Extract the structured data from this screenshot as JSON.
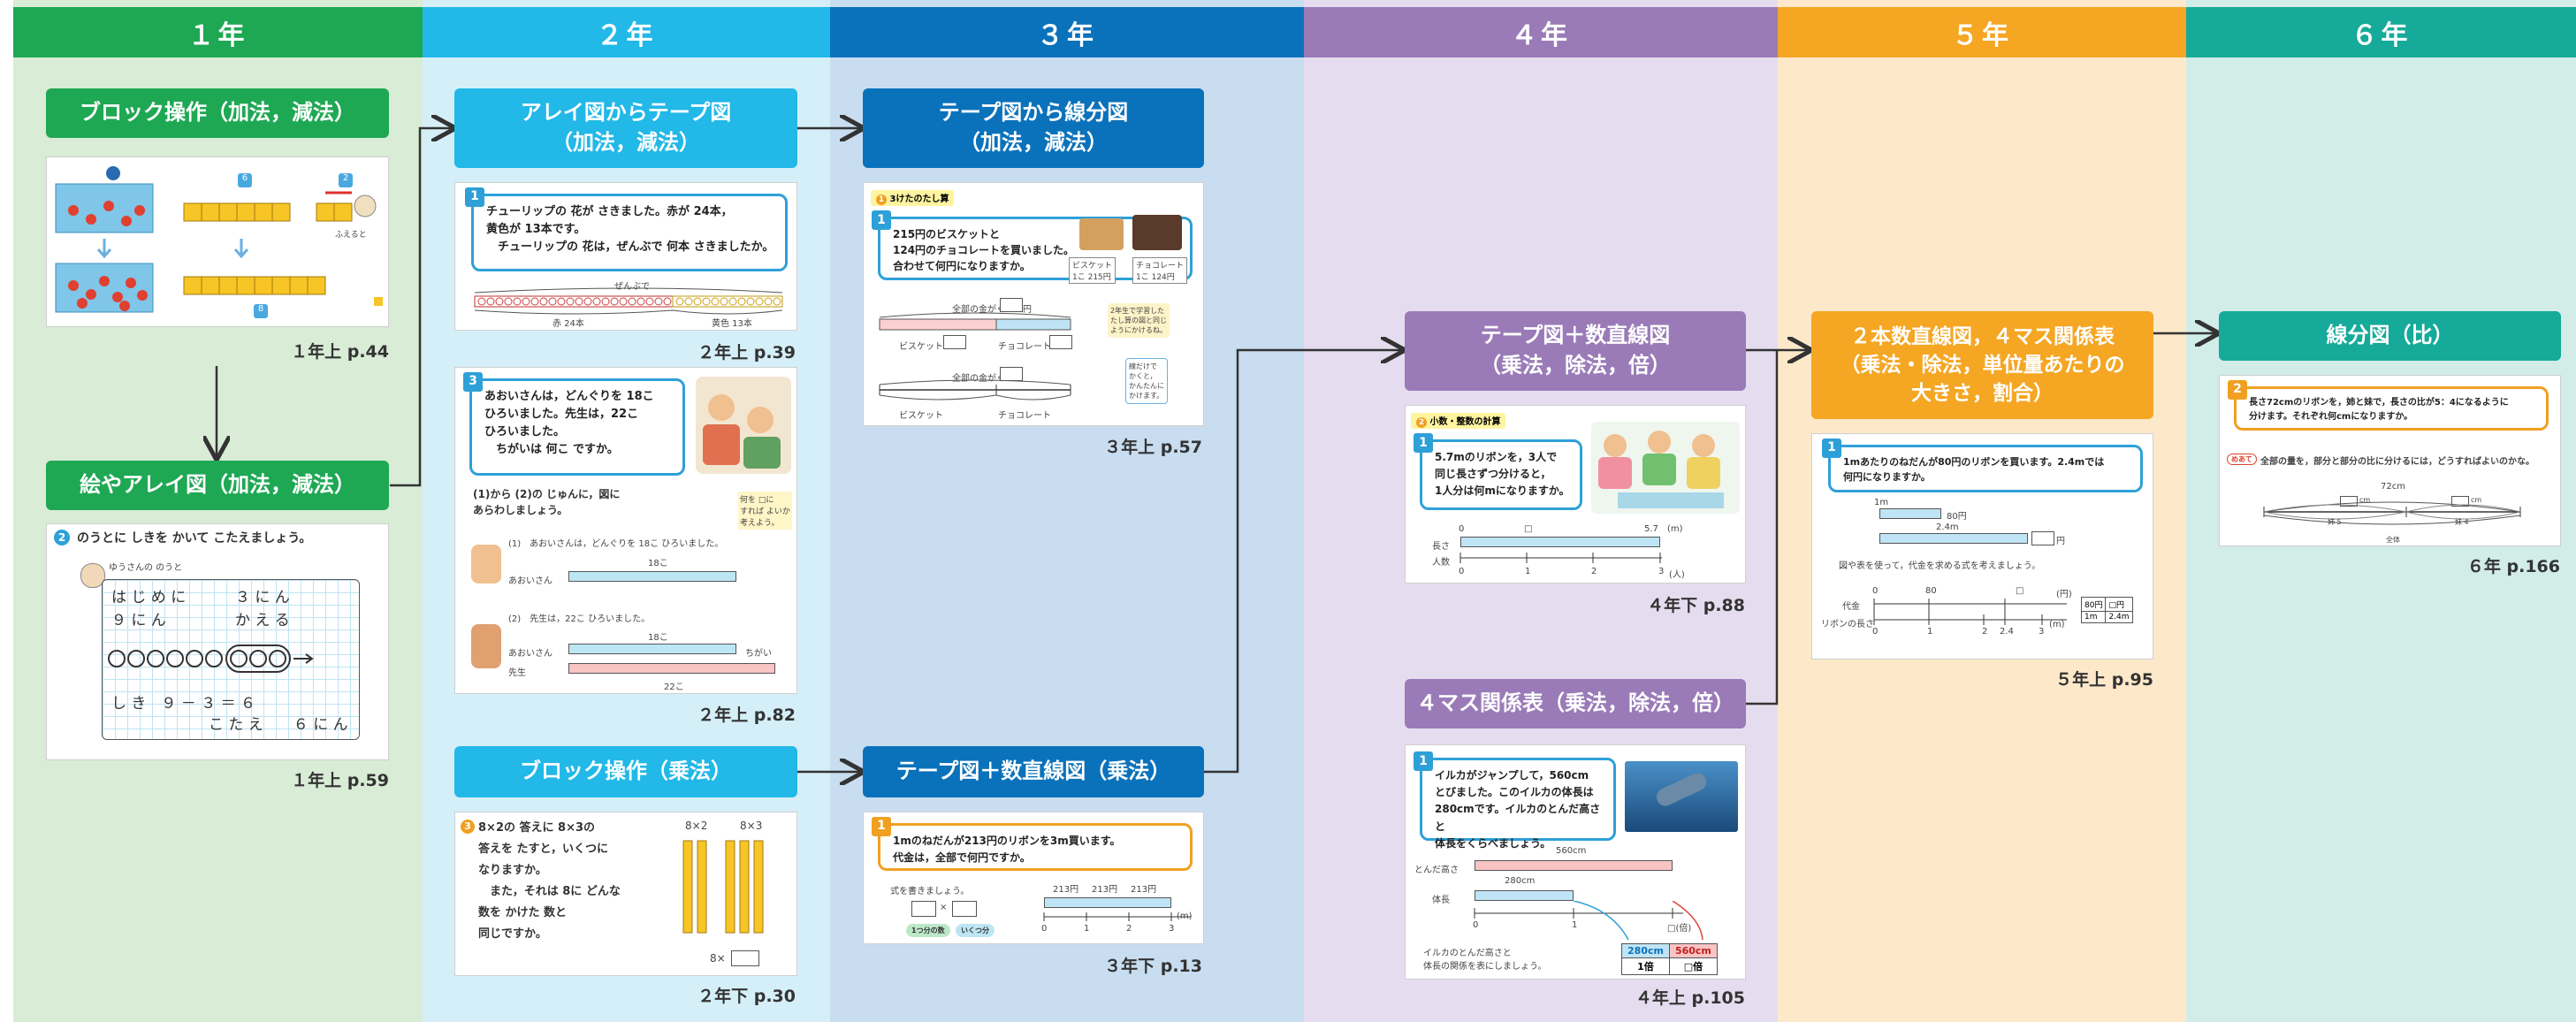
{
  "columns": [
    {
      "label": "１年",
      "bg": "#d8ecd6",
      "head": "#1fa854"
    },
    {
      "label": "２年",
      "bg": "#d5eff8",
      "head": "#22b8e8"
    },
    {
      "label": "３年",
      "bg": "#c8ddf0",
      "head": "#0a72bb"
    },
    {
      "label": "４年",
      "bg": "#e5ddef",
      "head": "#9a7bb8"
    },
    {
      "label": "５年",
      "bg": "#fde9c9",
      "head": "#f5a623"
    },
    {
      "label": "６年",
      "bg": "#d2ece8",
      "head": "#15aa99"
    }
  ],
  "boxes": {
    "g1_block": "ブロック操作（加法，減法）",
    "g1_array": "絵やアレイ図（加法，減法）",
    "g2_array_tape": "アレイ図からテープ図\n（加法，減法）",
    "g2_block_mult": "ブロック操作（乗法）",
    "g3_tape_line": "テープ図から線分図\n（加法，減法）",
    "g3_tape_number": "テープ図＋数直線図（乗法）",
    "g4_tape_number": "テープ図＋数直線図\n（乗法，除法，倍）",
    "g4_four_cell": "４マス関係表（乗法，除法，倍）",
    "g5_double_line": "２本数直線図，４マス関係表\n（乗法・除法，単位量あたりの\n大きさ，割合）",
    "g6_segment": "線分図（比）"
  },
  "refs": {
    "g1_a": "１年上 p.44",
    "g1_b": "１年上 p.59",
    "g2_a": "２年上 p.39",
    "g2_b": "２年上 p.82",
    "g2_c": "２年下 p.30",
    "g3_a": "３年上 p.57",
    "g3_b": "３年下 p.13",
    "g4_a": "４年下 p.88",
    "g4_b": "４年上 p.105",
    "g5_a": "５年上 p.95",
    "g6_a": "６年 p.166"
  },
  "cards": {
    "g1_a": {
      "left_num": "6",
      "right_num": "2",
      "bottom_num": "8",
      "caption": "ふえると"
    },
    "g1_b": {
      "prompt": "のうとに しきを かいて こたえましょう。",
      "q_num": "2",
      "note_label": "ゆうさんの のうと",
      "line1a": "は じ め に",
      "line1b": "３ に ん",
      "line2a": "９ に ん",
      "line2b": "か え る",
      "eq": "し き　９ － ３ ＝ ６",
      "ans": "こ た え　　６ に ん"
    },
    "g2_a": {
      "q_num": "1",
      "q": "チューリップの 花が さきました。赤が 24本，\n黄色が 13本です。\n　チューリップの 花は，ぜんぶで 何本 さきましたか。",
      "top_label": "ぜんぶで",
      "red_label": "赤 24本",
      "yellow_label": "黄色 13本"
    },
    "g2_b": {
      "q_num": "3",
      "q": "あおいさんは，どんぐりを 18こ\nひろいました。先生は，22こ\nひろいました。\n　ちがいは 何こ ですか。",
      "instr": "(1)から (2)の じゅんに，図に\nあらわしましょう。",
      "step1": "(1)　あおいさんは，どんぐりを 18こ ひろいました。",
      "step2": "(2)　先生は，22こ ひろいました。",
      "v18": "18こ",
      "v22": "22こ",
      "aoi": "あおいさん",
      "sensei": "先生",
      "diff": "ちがい",
      "hint": "何を □に\nすれば よいか\n考えよう。"
    },
    "g2_c": {
      "q_num": "3",
      "q": "8×2の 答えに 8×3の\n答えを たすと，いくつに\nなりますか。\n　また，それは 8に どんな\n数を かけた 数と\n同じですか。",
      "l1": "8×2",
      "l2": "8×3",
      "l3": "8×"
    },
    "g3_a": {
      "tag": "3けたのたし算",
      "q_num": "1",
      "q": "215円のビスケットと\n124円のチョコレートを買いました。\n合わせて何円になりますか。",
      "biscuit": "ビスケット\n1こ 215円",
      "choco": "チョコレート\n1こ 124円",
      "total": "全部の金がく",
      "biscuit_short": "ビスケット",
      "choco_short": "チョコレート",
      "yen": "円",
      "note1": "2年生で学習した\nたし算の図と同じ\nようにかけるね。",
      "note2": "線だけで\nかくと，\nかんたんに\nかけます。"
    },
    "g3_b": {
      "q_num": "1",
      "q": "1mのねだんが213円のリボンを3m買います。\n代金は，全部で何円ですか。",
      "instr": "式を書きましょう。",
      "v213": "213円",
      "ticks": [
        "0",
        "1",
        "2",
        "3"
      ],
      "unit": "(m)",
      "chip1": "1つ分の数",
      "chip2": "いくつ分"
    },
    "g4_a": {
      "tag": "小数・整数の計算",
      "q_num": "1",
      "q": "5.7mのリボンを，3人で\n同じ長さずつ分けると，\n1人分は何mになりますか。",
      "len": "長さ",
      "ppl": "人数",
      "top_ticks": [
        "0",
        "□",
        "5.7"
      ],
      "top_unit": "(m)",
      "bot_ticks": [
        "0",
        "1",
        "2",
        "3"
      ],
      "bot_unit": "(人)"
    },
    "g4_b": {
      "q_num": "1",
      "q": "イルカがジャンプして，560cm\nとびました。このイルカの体長は\n280cmです。イルカのとんだ高さと\n体長をくらべましょう。",
      "height": "とんだ高さ",
      "body": "体長",
      "v560": "560cm",
      "v280": "280cm",
      "ticks": [
        "0",
        "1",
        "□(倍)"
      ],
      "instr": "イルカのとんだ高さと\n体長の関係を表にしましょう。",
      "t_280": "280cm",
      "t_560": "560cm",
      "t_1": "1倍",
      "t_q": "□倍"
    },
    "g5_a": {
      "q_num": "1",
      "q": "1mあたりのねだんが80円のリボンを買います。2.4mでは\n何円になりますか。",
      "v1m": "1m",
      "v80": "80円",
      "v24": "2.4m",
      "yen": "円",
      "instr": "図や表を使って，代金を求める式を考えましょう。",
      "daikin": "代金",
      "nagasa": "リボンの長さ",
      "top_ticks": [
        "0",
        "80",
        "□"
      ],
      "top_unit": "(円)",
      "bot_ticks": [
        "0",
        "1",
        "2",
        "2.4",
        "3"
      ],
      "bot_unit": "(m)",
      "t_80": "80円",
      "t_q": "□円",
      "t_1m": "1m",
      "t_24": "2.4m"
    },
    "g6_a": {
      "q_num": "2",
      "q": "長さ72cmのリボンを，姉と妹で，長さの比が5：4になるように\n分けます。それぞれ何cmになりますか。",
      "hint_tag": "めあて",
      "hint": "全部の量を，部分と部分の比に分けるには，どうすればよいのかな。",
      "total": "72cm",
      "ane": "姉 5",
      "imouto": "妹 4",
      "all": "全体",
      "cm": "cm"
    }
  }
}
